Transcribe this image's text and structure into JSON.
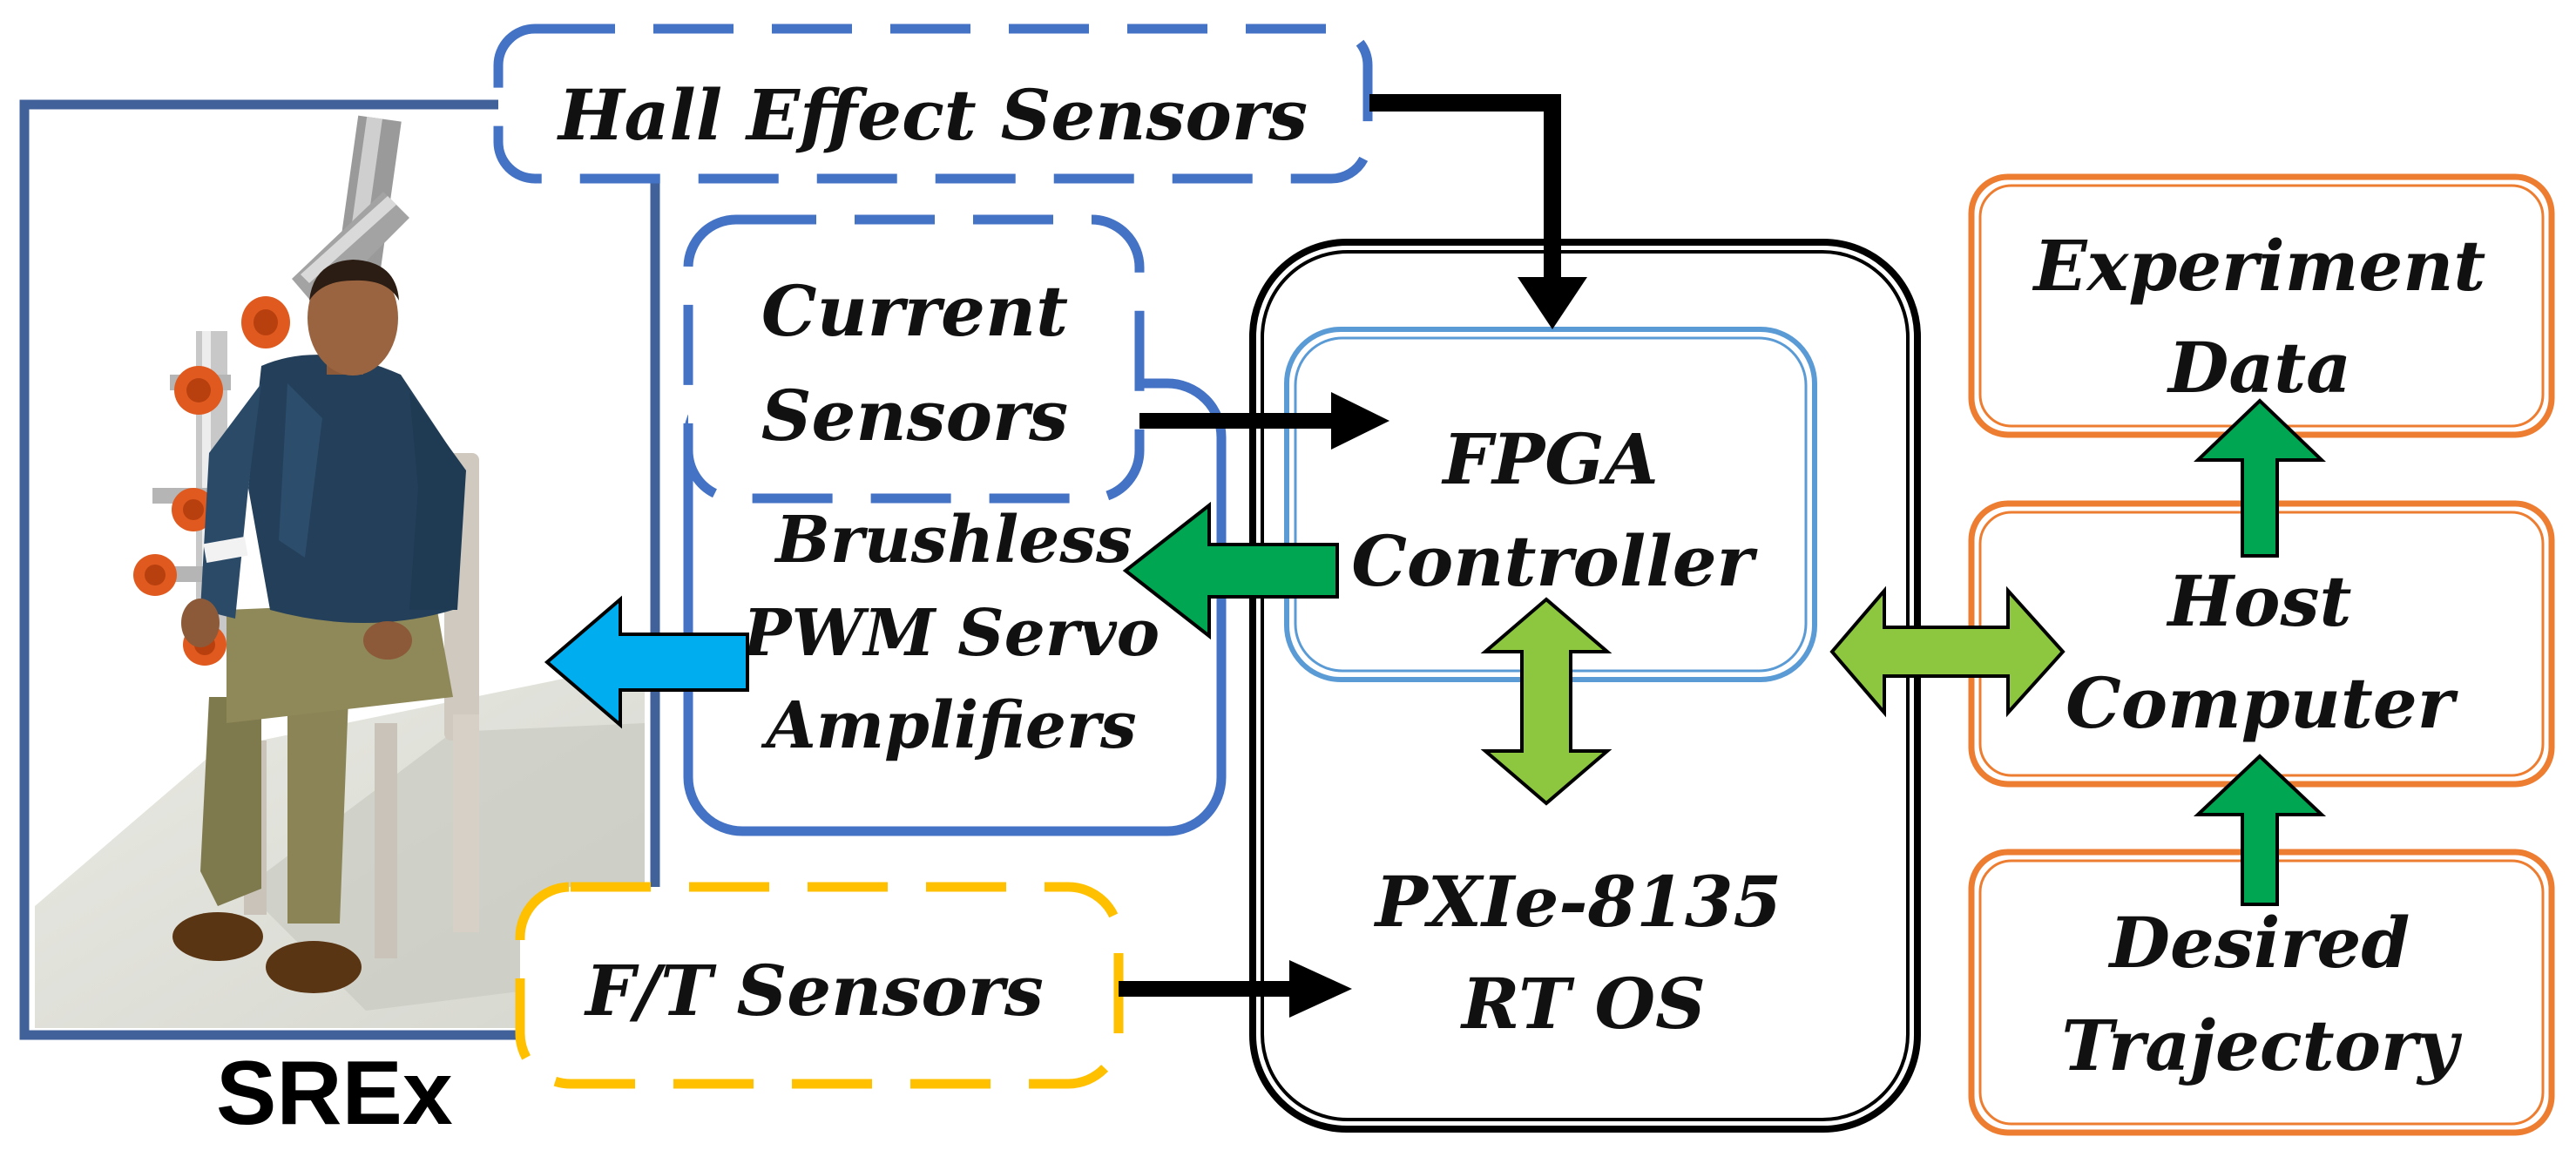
{
  "colors": {
    "blue": "#4472C4",
    "light_blue": "#5B9BD5",
    "orange": "#ED7D31",
    "yellow": "#FFC000",
    "dark_green": "#00A651",
    "light_green": "#8DC63F",
    "cyan": "#00AEEF",
    "black": "#000000"
  },
  "nodes": {
    "hall": {
      "label": "Hall Effect Sensors"
    },
    "current": {
      "line1": "Current",
      "line2": "Sensors"
    },
    "amplifiers": {
      "line1": "Brushless",
      "line2": "PWM Servo",
      "line3": "Amplifiers"
    },
    "fpga": {
      "line1": "FPGA",
      "line2": "Controller"
    },
    "pxie": {
      "line1": "PXIe-8135",
      "line2": "RT OS"
    },
    "ft": {
      "label": "F/T Sensors"
    },
    "experiment": {
      "line1": "Experiment",
      "line2": "Data"
    },
    "host": {
      "line1": "Host",
      "line2": "Computer"
    },
    "trajectory": {
      "line1": "Desired",
      "line2": "Trajectory"
    },
    "srex": {
      "label": "SREx"
    }
  }
}
